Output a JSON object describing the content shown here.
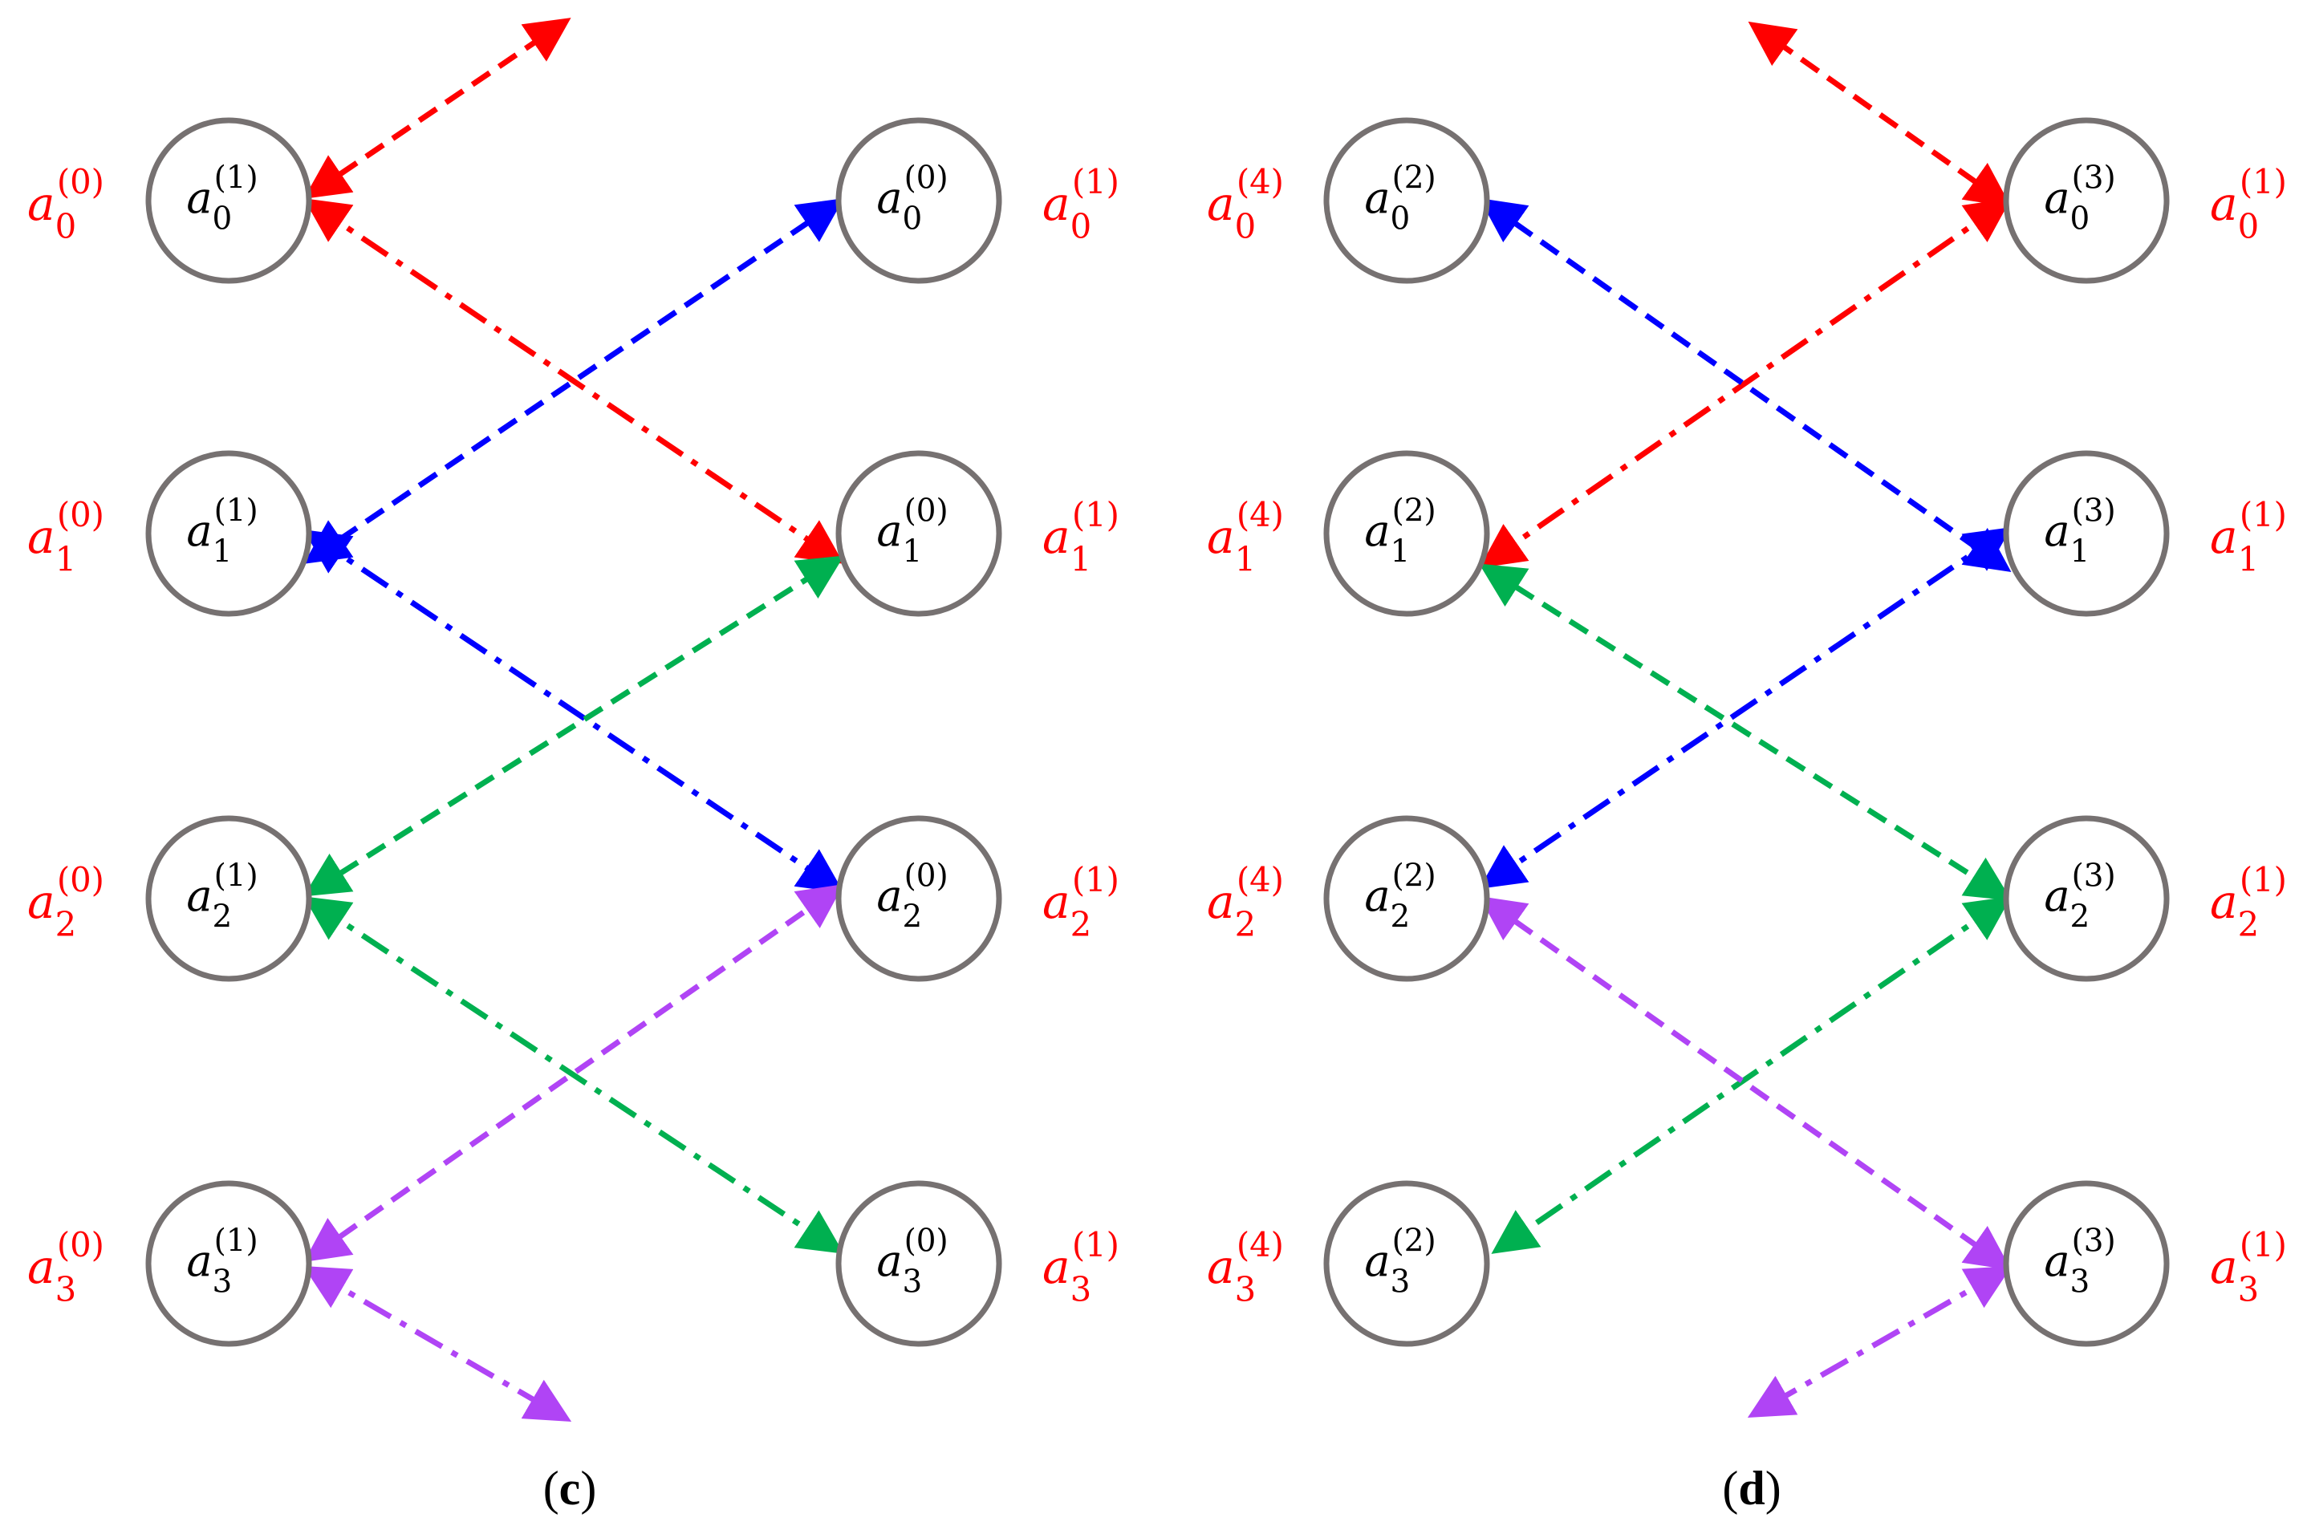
{
  "colors": {
    "label": "#ff0000",
    "node_stroke": "#767171",
    "red": "#ff0000",
    "blue": "#0000ff",
    "green": "#00b050",
    "purple": "#b044f5"
  },
  "panels": [
    {
      "caption": "c",
      "left_labels": [
        {
          "base": "a",
          "sub": "0",
          "sup": "(0)"
        },
        {
          "base": "a",
          "sub": "1",
          "sup": "(0)"
        },
        {
          "base": "a",
          "sub": "2",
          "sup": "(0)"
        },
        {
          "base": "a",
          "sub": "3",
          "sup": "(0)"
        }
      ],
      "left_nodes": [
        {
          "base": "a",
          "sub": "0",
          "sup": "(1)"
        },
        {
          "base": "a",
          "sub": "1",
          "sup": "(1)"
        },
        {
          "base": "a",
          "sub": "2",
          "sup": "(1)"
        },
        {
          "base": "a",
          "sub": "3",
          "sup": "(1)"
        }
      ],
      "right_nodes": [
        {
          "base": "a",
          "sub": "0",
          "sup": "(0)"
        },
        {
          "base": "a",
          "sub": "1",
          "sup": "(0)"
        },
        {
          "base": "a",
          "sub": "2",
          "sup": "(0)"
        },
        {
          "base": "a",
          "sub": "3",
          "sup": "(0)"
        }
      ],
      "right_labels": [
        {
          "base": "a",
          "sub": "0",
          "sup": "(1)"
        },
        {
          "base": "a",
          "sub": "1",
          "sup": "(1)"
        },
        {
          "base": "a",
          "sub": "2",
          "sup": "(1)"
        },
        {
          "base": "a",
          "sub": "3",
          "sup": "(1)"
        }
      ]
    },
    {
      "caption": "d",
      "left_labels": [
        {
          "base": "a",
          "sub": "0",
          "sup": "(4)"
        },
        {
          "base": "a",
          "sub": "1",
          "sup": "(4)"
        },
        {
          "base": "a",
          "sub": "2",
          "sup": "(4)"
        },
        {
          "base": "a",
          "sub": "3",
          "sup": "(4)"
        }
      ],
      "left_nodes": [
        {
          "base": "a",
          "sub": "0",
          "sup": "(2)"
        },
        {
          "base": "a",
          "sub": "1",
          "sup": "(2)"
        },
        {
          "base": "a",
          "sub": "2",
          "sup": "(2)"
        },
        {
          "base": "a",
          "sub": "3",
          "sup": "(2)"
        }
      ],
      "right_nodes": [
        {
          "base": "a",
          "sub": "0",
          "sup": "(3)"
        },
        {
          "base": "a",
          "sub": "1",
          "sup": "(3)"
        },
        {
          "base": "a",
          "sub": "2",
          "sup": "(3)"
        },
        {
          "base": "a",
          "sub": "3",
          "sup": "(3)"
        }
      ],
      "right_labels": [
        {
          "base": "a",
          "sub": "0",
          "sup": "(1)"
        },
        {
          "base": "a",
          "sub": "1",
          "sup": "(1)"
        },
        {
          "base": "a",
          "sub": "2",
          "sup": "(1)"
        },
        {
          "base": "a",
          "sub": "3",
          "sup": "(1)"
        }
      ]
    }
  ]
}
